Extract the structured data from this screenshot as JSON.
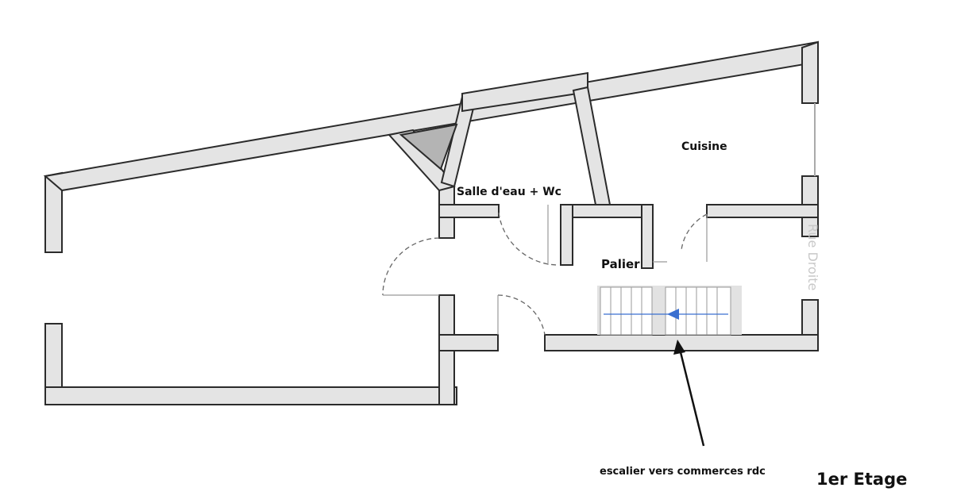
{
  "plan": {
    "title": "1er Etage",
    "rooms": {
      "cuisine": "Cuisine",
      "salle_eau": "Salle d'eau + Wc",
      "palier": "Palier"
    },
    "annotation": "escalier vers commerces rdc",
    "ghost_text": "Rue Droite"
  },
  "colors": {
    "wall_fill": "#e4e4e4",
    "wall_outline": "#2b2b2b",
    "shaft_fill": "#b4b4b4",
    "stair_arrow": "#3a6fd0",
    "annotation_arrow": "#111111"
  }
}
